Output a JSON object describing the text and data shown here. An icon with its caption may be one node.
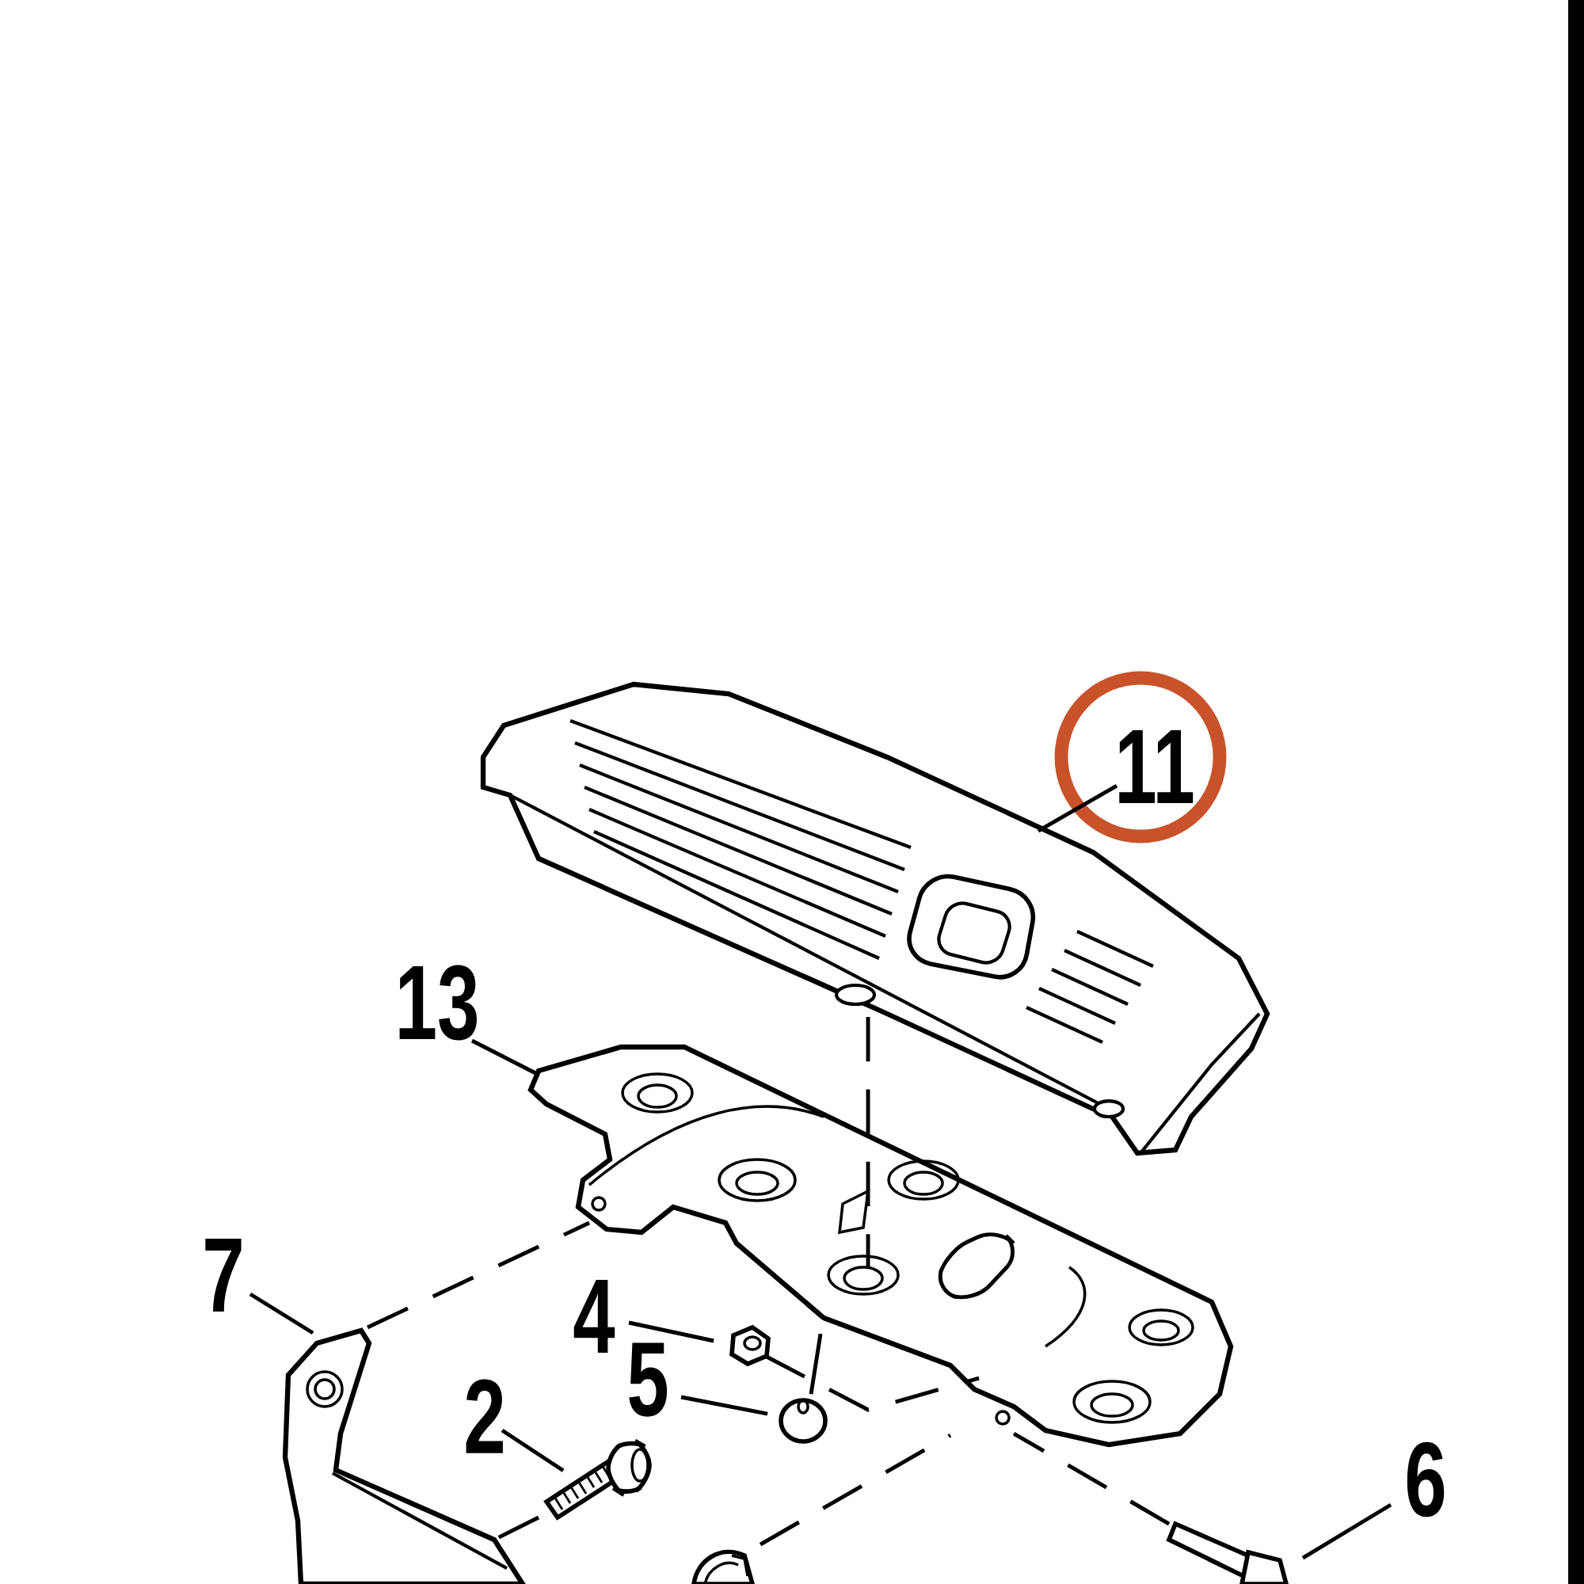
{
  "diagram": {
    "nodes": [
      {
        "text": [
          "13"
        ]
      },
      {
        "text": [
          "11"
        ]
      },
      {
        "text": [
          "7"
        ]
      },
      {
        "text": [
          "4"
        ]
      },
      {
        "text": [
          "5"
        ]
      },
      {
        "text": [
          "2"
        ]
      },
      {
        "text": [
          "6"
        ]
      },
      {
        "text": [],
        "shape": "picture"
      },
      {
        "text": [],
        "shape": "picture"
      },
      {
        "text": [],
        "shape": "picture"
      },
      {
        "text": [],
        "shape": "picture"
      },
      {
        "text": [],
        "shape": "picture"
      },
      {
        "text": [],
        "shape": "picture"
      },
      {
        "text": [],
        "shape": "picture"
      },
      {
        "text": [],
        "shape": "picture"
      }
    ],
    "edges": [
      {
        "from": 0,
        "to": 7,
        "arrow": "none"
      },
      {
        "from": 1,
        "to": 8,
        "arrow": "none"
      },
      {
        "from": 2,
        "to": 9,
        "arrow": "none"
      },
      {
        "from": 3,
        "to": 10,
        "arrow": "none"
      },
      {
        "from": 4,
        "to": 11,
        "arrow": "none"
      },
      {
        "from": 5,
        "to": 12,
        "arrow": "none"
      },
      {
        "from": 6,
        "to": 13,
        "arrow": "none"
      },
      {
        "from": 8,
        "to": 7,
        "arrow": "none",
        "style": "dashed"
      },
      {
        "from": 9,
        "to": 7,
        "arrow": "none",
        "style": "dashed"
      },
      {
        "from": 10,
        "to": 7,
        "arrow": "none",
        "style": "dashed"
      },
      {
        "from": 13,
        "to": 7,
        "arrow": "none",
        "style": "dashed"
      },
      {
        "from": 12,
        "to": 9,
        "arrow": "none",
        "style": "dashed"
      },
      {
        "from": 14,
        "to": 7,
        "arrow": "none",
        "style": "dashed"
      },
      {
        "from": 11,
        "to": 7,
        "arrow": "none"
      }
    ]
  }
}
